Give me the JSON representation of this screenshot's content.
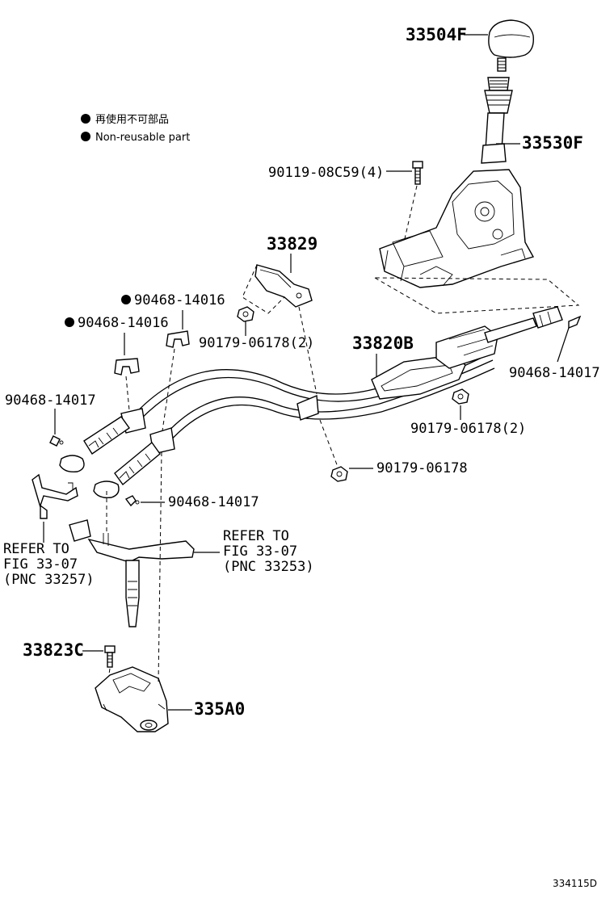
{
  "legend": {
    "line1": "再使用不可部品",
    "line2": "Non-reusable part"
  },
  "parts": {
    "knob": "33504F",
    "lever": "33530F",
    "bolt": "90119-08C59(4)",
    "bracket": "33829",
    "clip_top1": "90468-14016",
    "clip_top2": "90468-14016",
    "nut_top": "90179-06178(2)",
    "cable_assy": "33820B",
    "clip_right": "90468-14017",
    "clip_left": "90468-14017",
    "nut_mid": "90179-06178(2)",
    "nut_low": "90179-06178",
    "clip_low": "90468-14017",
    "bolt_low": "33823C",
    "bracket_low": "335A0"
  },
  "refs": {
    "left": {
      "l1": "REFER TO",
      "l2": "FIG 33-07",
      "l3": "(PNC 33257)"
    },
    "right": {
      "l1": "REFER TO",
      "l2": "FIG 33-07",
      "l3": "(PNC 33253)"
    }
  },
  "figure_id": "334115D"
}
